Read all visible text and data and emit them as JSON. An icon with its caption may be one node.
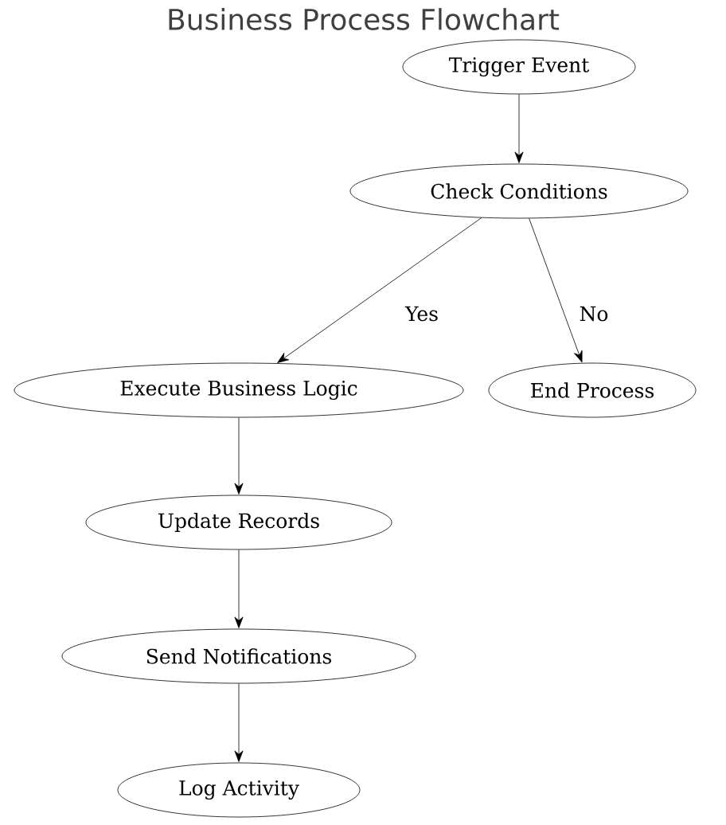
{
  "diagram": {
    "title": "Business Process Flowchart",
    "nodes": [
      {
        "text": [
          "Trigger Event"
        ]
      },
      {
        "text": [
          "Check Conditions"
        ]
      },
      {
        "text": [
          "Execute Business Logic"
        ]
      },
      {
        "text": [
          "End Process"
        ]
      },
      {
        "text": [
          "Update Records"
        ]
      },
      {
        "text": [
          "Send Notifications"
        ]
      },
      {
        "text": [
          "Log Activity"
        ]
      }
    ],
    "edges": [
      {
        "from": 0,
        "to": 1,
        "arrow": "to"
      },
      {
        "from": 1,
        "to": 2,
        "arrow": "to",
        "label": "Yes"
      },
      {
        "from": 1,
        "to": 3,
        "arrow": "to",
        "label": "No"
      },
      {
        "from": 2,
        "to": 4,
        "arrow": "to"
      },
      {
        "from": 4,
        "to": 5,
        "arrow": "to"
      },
      {
        "from": 5,
        "to": 6,
        "arrow": "to"
      }
    ]
  }
}
